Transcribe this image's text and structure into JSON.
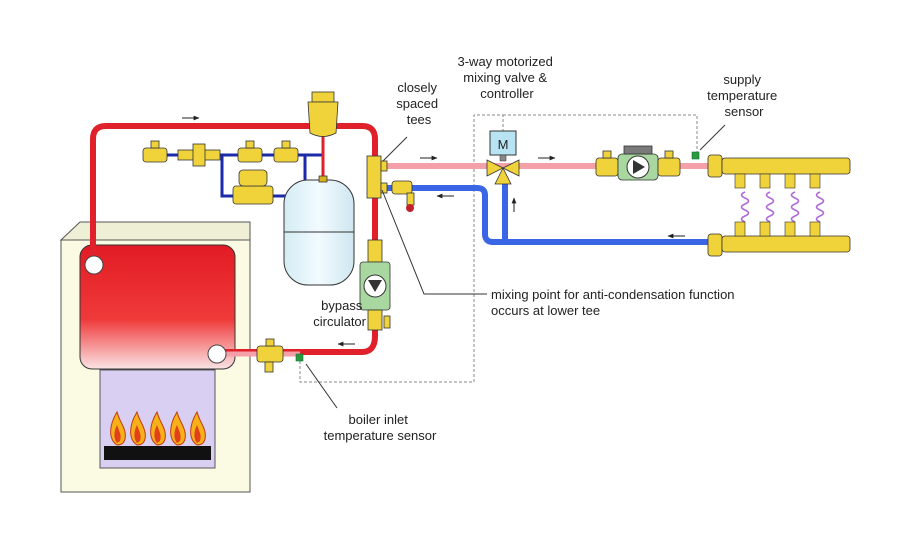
{
  "colors": {
    "hot_pipe": "#e0202a",
    "warm_pipe": "#f4a0a8",
    "cool_pipe": "#3a66e6",
    "cold_water_pipe": "#1a2aa8",
    "brass": "#f0d23a",
    "boiler_cabinet": "#fbfbe4",
    "burner_chamber": "#d9cff2",
    "tank": "#e6f4fa",
    "actuator": "#b8e3f2",
    "sensor": "#2a9a3a",
    "tubing": "#b06ad8"
  },
  "labels": {
    "mixing_valve": [
      "3-way motorized",
      "mixing valve &",
      "controller"
    ],
    "closely_spaced_tees": [
      "closely",
      "spaced",
      "tees"
    ],
    "supply_sensor": [
      "supply",
      "temperature",
      "sensor"
    ],
    "mixing_point": [
      "mixing point for anti-condensation function",
      "occurs at lower tee"
    ],
    "bypass_circulator": [
      "bypass",
      "circulator"
    ],
    "boiler_inlet_sensor": [
      "boiler inlet",
      "temperature sensor"
    ],
    "actuator_letter": "M"
  },
  "icons": [
    "flame-icon",
    "circulator-pump-icon",
    "mixing-valve-icon",
    "manifold-icon",
    "expansion-tank-icon",
    "valve-icon"
  ]
}
